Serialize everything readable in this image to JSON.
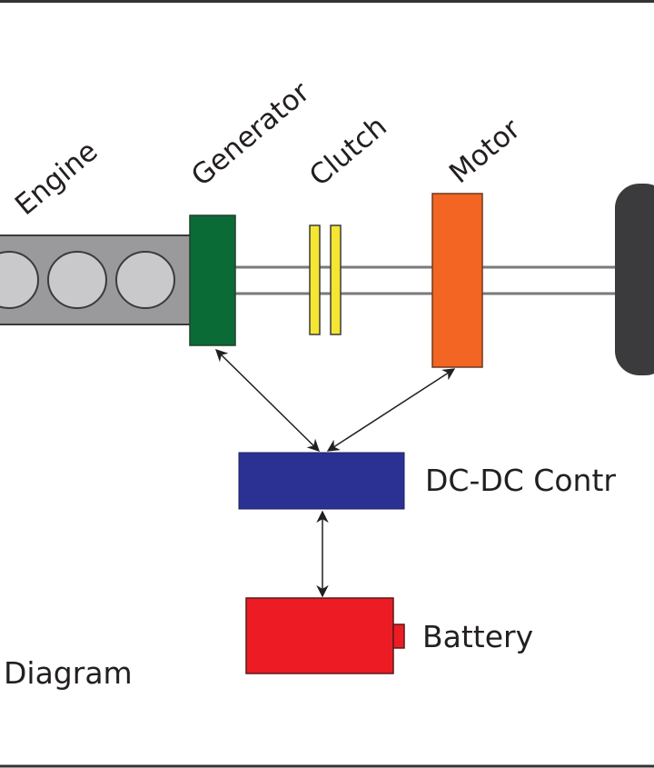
{
  "labels": {
    "engine": "Engine",
    "generator": "Generator",
    "clutch": "Clutch",
    "motor": "Motor",
    "dcdc": "DC-DC Contr",
    "battery": "Battery",
    "caption": "Diagram"
  },
  "colors": {
    "engine": "#9a9a9c",
    "cylinder": "#c9c9cb",
    "generator": "#0b6b36",
    "clutch": "#f4e631",
    "motor": "#f26522",
    "wheel": "#3b3b3d",
    "dcdc": "#2b3192",
    "battery": "#ed1c24"
  }
}
